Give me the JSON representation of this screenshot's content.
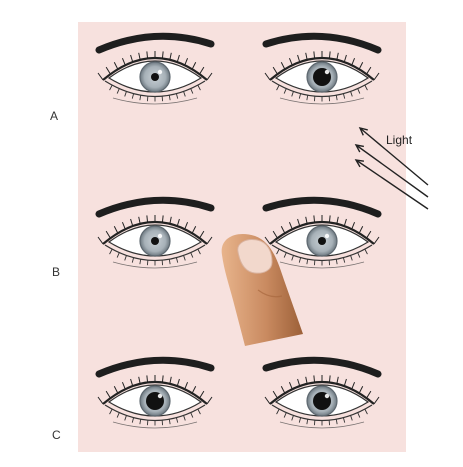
{
  "figure": {
    "light_label": "Light",
    "rows": [
      {
        "label": "A",
        "left_pupil": "small",
        "right_pupil": "large"
      },
      {
        "label": "B",
        "left_pupil": "small",
        "right_pupil": "small"
      },
      {
        "label": "C",
        "left_pupil": "large",
        "right_pupil": "large"
      }
    ]
  },
  "colors": {
    "background_panel": "#f7e1de",
    "iris": "#aab4bb",
    "iris_ring": "#6f7a82",
    "pupil": "#111111",
    "skin_finger": "#c98a60",
    "nail": "#f2d8cc"
  }
}
